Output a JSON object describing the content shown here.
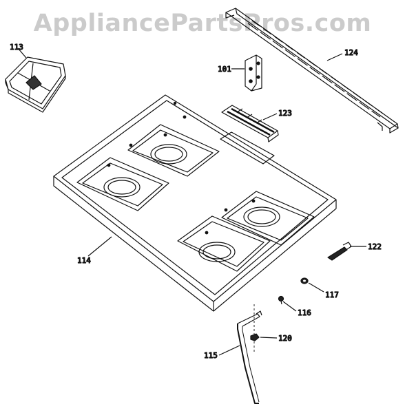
{
  "watermark": "AppliancePartsPros.com",
  "labels": {
    "p113": "113",
    "p114": "114",
    "p115": "115",
    "p116": "116",
    "p117": "117",
    "p120": "120",
    "p122": "122",
    "p123": "123",
    "p124": "124",
    "p101": "101"
  },
  "colors": {
    "line": "#111111",
    "watermark": "#a0a0a0"
  }
}
